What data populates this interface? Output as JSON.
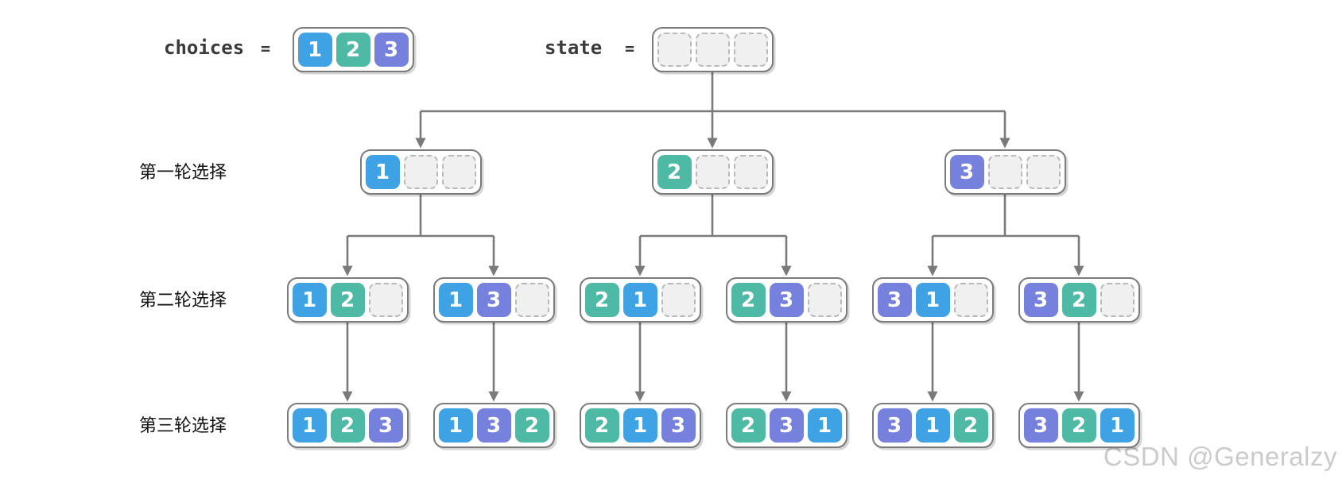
{
  "header": {
    "choices_label": "choices",
    "choices_equals": "=",
    "choices_values": [
      "1",
      "2",
      "3"
    ],
    "state_label": "state",
    "state_equals": "=",
    "state_values": [
      null,
      null,
      null
    ]
  },
  "rows": [
    {
      "label": "第一轮选择",
      "nodes": [
        [
          "1",
          null,
          null
        ],
        [
          "2",
          null,
          null
        ],
        [
          "3",
          null,
          null
        ]
      ]
    },
    {
      "label": "第二轮选择",
      "nodes": [
        [
          "1",
          "2",
          null
        ],
        [
          "1",
          "3",
          null
        ],
        [
          "2",
          "1",
          null
        ],
        [
          "2",
          "3",
          null
        ],
        [
          "3",
          "1",
          null
        ],
        [
          "3",
          "2",
          null
        ]
      ]
    },
    {
      "label": "第三轮选择",
      "nodes": [
        [
          "1",
          "2",
          "3"
        ],
        [
          "1",
          "3",
          "2"
        ],
        [
          "2",
          "1",
          "3"
        ],
        [
          "2",
          "3",
          "1"
        ],
        [
          "3",
          "1",
          "2"
        ],
        [
          "3",
          "2",
          "1"
        ]
      ]
    }
  ],
  "colors": {
    "1": "#3ea2e5",
    "2": "#4eb9a5",
    "3": "#7680dd",
    "connector": "#7a7a7a"
  },
  "watermark": "CSDN @Generalzy"
}
